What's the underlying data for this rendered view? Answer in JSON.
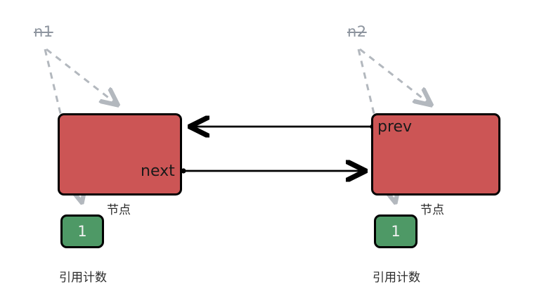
{
  "diagram": {
    "title": "doubly-linked-list-reference-cycle",
    "colors": {
      "node_fill": "#cc5555",
      "refcount_fill": "#4e9966",
      "border": "#000000",
      "pointer_arrow": "#000000",
      "dashed_arrow": "#b3b8be",
      "variable_text": "#8d949e",
      "background": "#ffffff"
    },
    "nodes": [
      {
        "id": "left",
        "variable_label": "n1",
        "variable_struck_through": true,
        "field_label": "next",
        "node_caption": "节点",
        "refcount_value": "1",
        "refcount_caption": "引用计数"
      },
      {
        "id": "right",
        "variable_label": "n2",
        "variable_struck_through": true,
        "field_label": "prev",
        "node_caption": "节点",
        "refcount_value": "1",
        "refcount_caption": "引用计数"
      }
    ],
    "pointers": [
      {
        "name": "next",
        "from": "left",
        "to": "right",
        "direction": "right"
      },
      {
        "name": "prev",
        "from": "right",
        "to": "left",
        "direction": "left"
      }
    ]
  }
}
